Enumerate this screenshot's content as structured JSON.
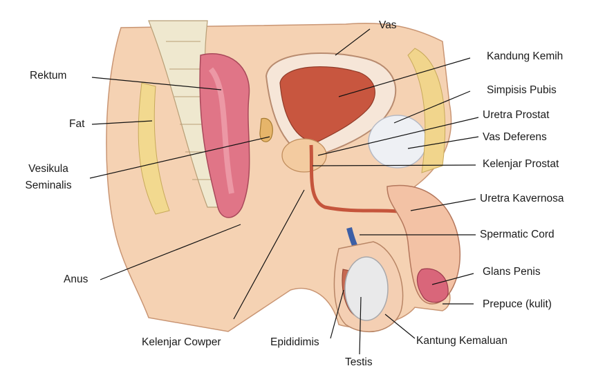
{
  "labels": {
    "vas": "Vas",
    "kandung_kemih": "Kandung Kemih",
    "simpisis_pubis": "Simpisis Pubis",
    "uretra_prostat": "Uretra Prostat",
    "vas_deferens": "Vas Deferens",
    "kelenjar_prostat": "Kelenjar Prostat",
    "uretra_kavernosa": "Uretra Kavernosa",
    "spermatic_cord": "Spermatic Cord",
    "glans_penis": "Glans Penis",
    "prepuce": "Prepuce (kulit)",
    "kantung_kemaluan": "Kantung Kemaluan",
    "testis": "Testis",
    "epididimis": "Epididimis",
    "kelenjar_cowper": "Kelenjar Cowper",
    "anus": "Anus",
    "vesikula_line1": "Vesikula",
    "vesikula_line2": "Seminalis",
    "fat": "Fat",
    "rektum": "Rektum"
  },
  "colors": {
    "skin": "#f3c9a7",
    "skin_dark": "#e2a57f",
    "rectum": "#d9637a",
    "bladder": "#c9563f",
    "fat": "#f1d58c",
    "bone": "#ece8d8",
    "testis": "#e6e6e6",
    "vessel_blue": "#3c5fa6",
    "leader": "#111111"
  }
}
